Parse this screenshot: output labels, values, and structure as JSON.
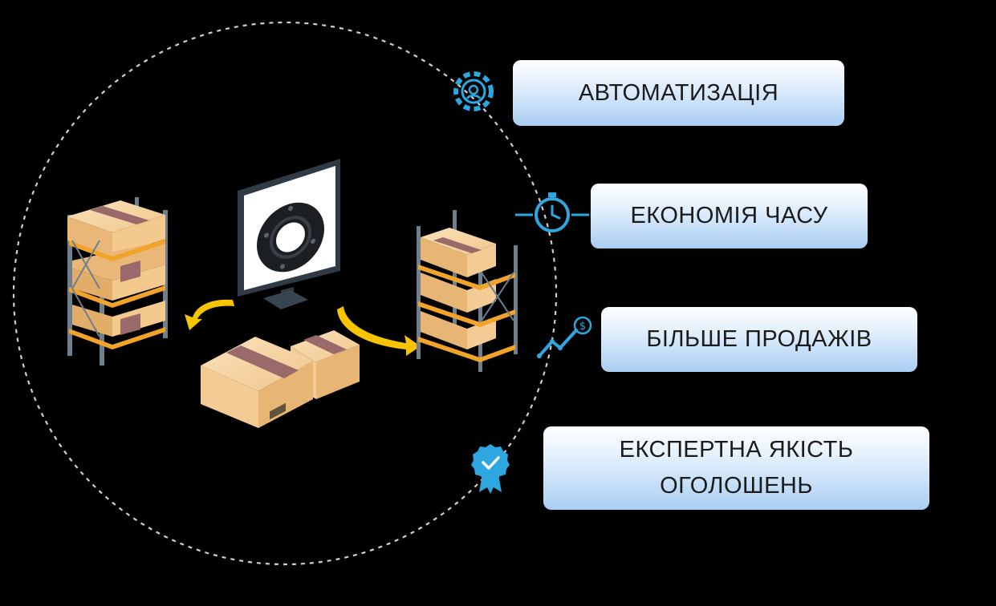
{
  "colors": {
    "background": "#000000",
    "icon_blue": "#2ea7e0",
    "arrow_yellow": "#f6c400",
    "box_tan": "#f0c58a",
    "box_tape": "#9a6a6a",
    "rack_orange": "#f2a32a",
    "rack_frame": "#6f7f8c"
  },
  "icons": {
    "automation": "gear-icon",
    "time": "clock-icon",
    "sales": "growth-chart-icon",
    "quality": "verified-badge-icon"
  },
  "benefits": [
    {
      "label": "АВТОМАТИЗАЦІЯ"
    },
    {
      "label": "ЕКОНОМІЯ ЧАСУ"
    },
    {
      "label": "БІЛЬШЕ ПРОДАЖІВ"
    },
    {
      "label_line1": "ЕКСПЕРТНА ЯКІСТЬ",
      "label_line2": "ОГОЛОШЕНЬ"
    }
  ]
}
